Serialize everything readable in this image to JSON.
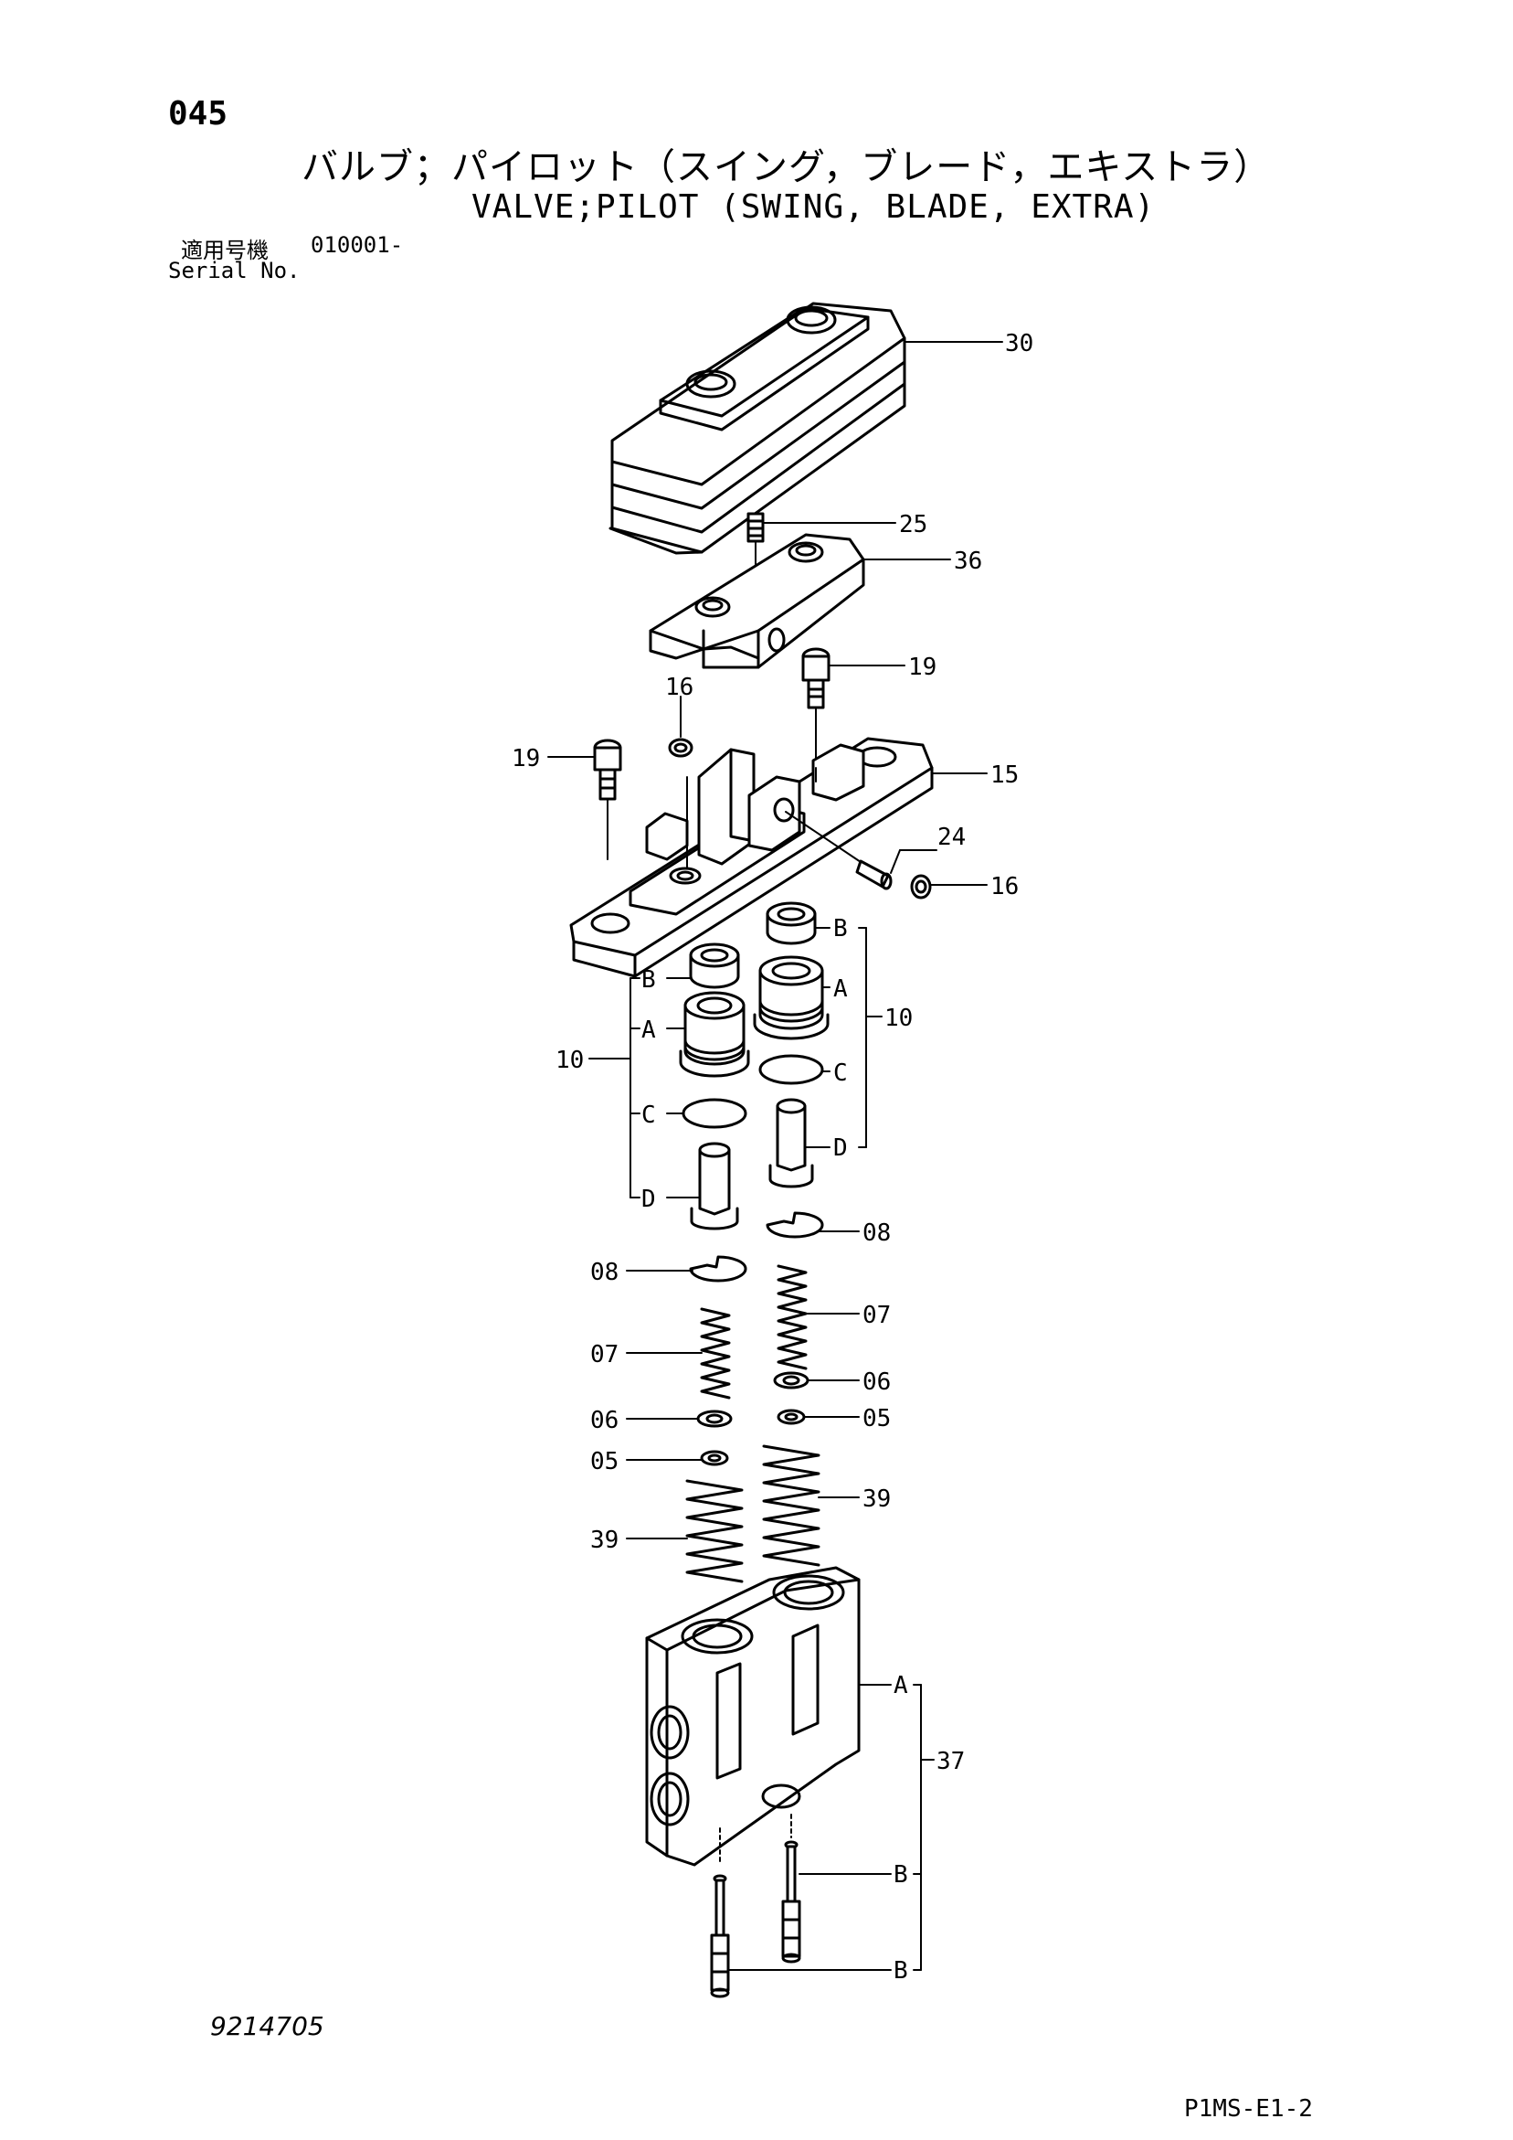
{
  "header": {
    "page_number": "045",
    "title_jp": "バルブ；パイロット（スイング，ブレード，エキストラ）",
    "title_en": "VALVE;PILOT (SWING, BLADE, EXTRA)",
    "serial_label_jp": "適用号機",
    "serial_value": "010001-",
    "serial_label_en": "Serial No."
  },
  "footer": {
    "drawing_number": "9214705",
    "page_code": "P1MS-E1-2"
  },
  "callouts": {
    "c30": "30",
    "c25": "25",
    "c36": "36",
    "c19a": "19",
    "c16a": "16",
    "c19b": "19",
    "c15": "15",
    "c24": "24",
    "c16b": "16",
    "c10r": "10",
    "c10l": "10",
    "rB": "B",
    "rA": "A",
    "rC": "C",
    "rD": "D",
    "lB": "B",
    "lA": "A",
    "lC": "C",
    "lD": "D",
    "c08r": "08",
    "c08l": "08",
    "c07r": "07",
    "c07l": "07",
    "c06r": "06",
    "c06l": "06",
    "c05r": "05",
    "c05l": "05",
    "c39r": "39",
    "c39l": "39",
    "c37": "37",
    "bA": "A",
    "bB1": "B",
    "bB2": "B"
  }
}
